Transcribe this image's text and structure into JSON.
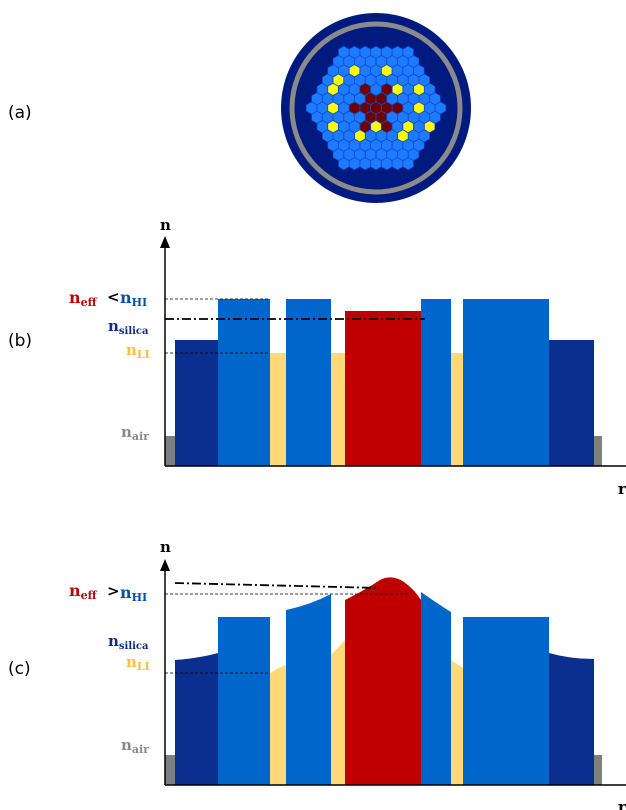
{
  "panels": {
    "a": {
      "label": "(a)"
    },
    "b": {
      "label": "(b)",
      "axis_y": "n",
      "axis_x": "r",
      "labels": {
        "neff": "n",
        "neff_sub": "eff",
        "relation": "<",
        "nhi": "n",
        "nhi_sub": "HI",
        "nsilica": "n",
        "nsilica_sub": "silica",
        "nli": "n",
        "nli_sub": "LI",
        "nair": "n",
        "nair_sub": "air"
      }
    },
    "c": {
      "label": "(c)",
      "axis_y": "n",
      "axis_x": "r",
      "labels": {
        "neff": "n",
        "neff_sub": "eff",
        "relation": ">",
        "nhi": "n",
        "nhi_sub": "HI",
        "nsilica": "n",
        "nsilica_sub": "silica",
        "nli": "n",
        "nli_sub": "LI",
        "nair": "n",
        "nair_sub": "air"
      }
    }
  },
  "colors": {
    "outer_blue": "#0a2f8f",
    "cladding_blue": "#0066cc",
    "low_index_yellow": "#ffd878",
    "core_red": "#c00000",
    "air_gray": "#7f7f7f",
    "fiber_dark": "#001a80",
    "fiber_ring": "#8a8a8a",
    "hex_blue": "#1e7bff",
    "hex_yellow": "#ffff00",
    "hex_core": "#700000",
    "label_red": "#c00000",
    "label_blue": "#0050b0",
    "label_navy": "#102a8a",
    "label_yellow": "#f5c040",
    "label_gray": "#8a8a8a"
  }
}
